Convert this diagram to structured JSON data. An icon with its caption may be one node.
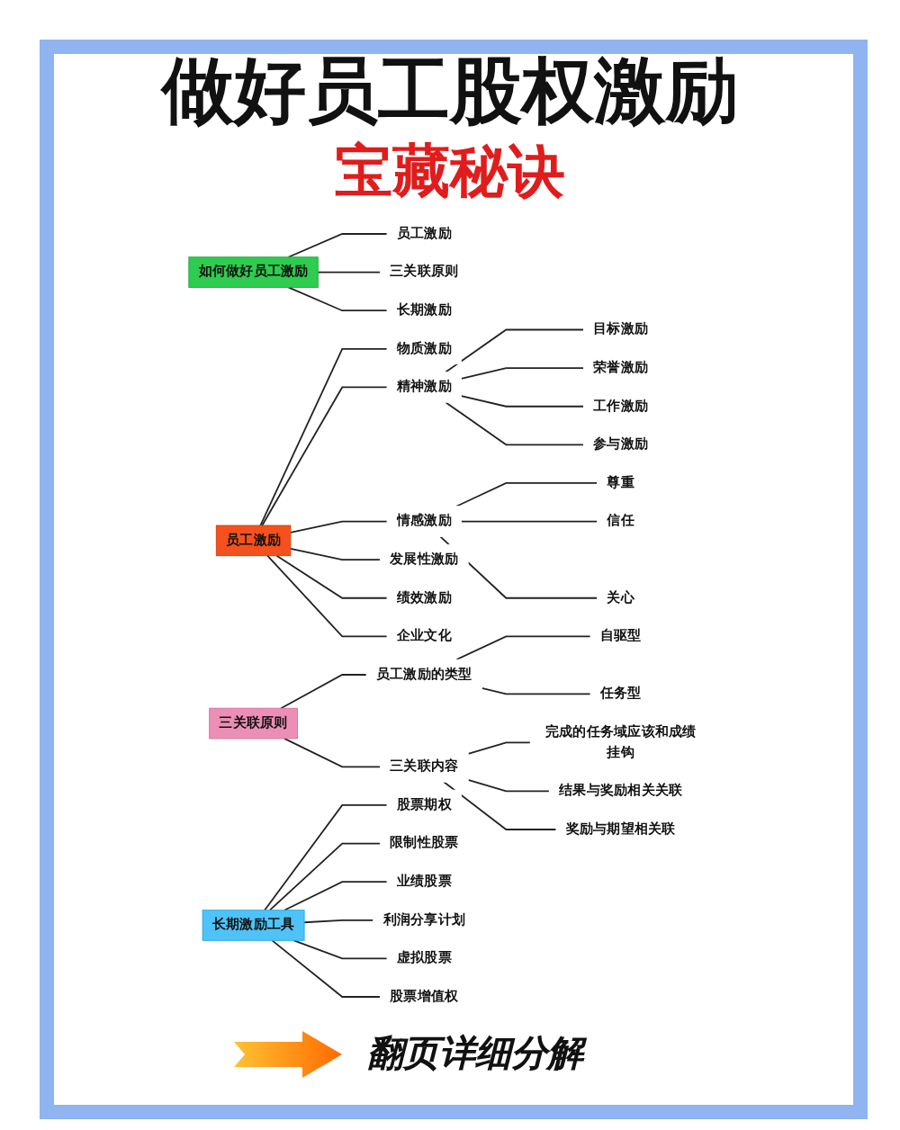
{
  "diagram": {
    "title": "做好员工股权激励",
    "nodes": [
      {
        "text": [
          "如何做好员工激励"
        ]
      },
      {
        "text": [
          "员工激励"
        ]
      },
      {
        "text": [
          "三关联原则"
        ]
      },
      {
        "text": [
          "长期激励"
        ]
      },
      {
        "text": [
          "员工激励"
        ]
      },
      {
        "text": [
          "物质激励"
        ]
      },
      {
        "text": [
          "精神激励"
        ]
      },
      {
        "text": [
          "目标激励"
        ]
      },
      {
        "text": [
          "荣誉激励"
        ]
      },
      {
        "text": [
          "工作激励"
        ]
      },
      {
        "text": [
          "参与激励"
        ]
      },
      {
        "text": [
          "情感激励"
        ]
      },
      {
        "text": [
          "尊重"
        ]
      },
      {
        "text": [
          "信任"
        ]
      },
      {
        "text": [
          "关心"
        ]
      },
      {
        "text": [
          "发展性激励"
        ]
      },
      {
        "text": [
          "绩效激励"
        ]
      },
      {
        "text": [
          "企业文化"
        ]
      },
      {
        "text": [
          "三关联原则"
        ]
      },
      {
        "text": [
          "员工激励的类型"
        ]
      },
      {
        "text": [
          "自驱型"
        ]
      },
      {
        "text": [
          "任务型"
        ]
      },
      {
        "text": [
          "三关联内容"
        ]
      },
      {
        "text": [
          "完成的任务域应该和成绩挂钩"
        ]
      },
      {
        "text": [
          "结果与奖励相关关联"
        ]
      },
      {
        "text": [
          "奖励与期望相关联"
        ]
      },
      {
        "text": [
          "长期激励工具"
        ]
      },
      {
        "text": [
          "股票期权"
        ]
      },
      {
        "text": [
          "限制性股票"
        ]
      },
      {
        "text": [
          "业绩股票"
        ]
      },
      {
        "text": [
          "利润分享计划"
        ]
      },
      {
        "text": [
          "虚拟股票"
        ]
      },
      {
        "text": [
          "股票增值权"
        ]
      }
    ],
    "edges": [
      {
        "from": 0,
        "to": 1,
        "arrow": "none"
      },
      {
        "from": 0,
        "to": 2,
        "arrow": "none"
      },
      {
        "from": 0,
        "to": 3,
        "arrow": "none"
      },
      {
        "from": 4,
        "to": 5,
        "arrow": "none"
      },
      {
        "from": 4,
        "to": 6,
        "arrow": "none"
      },
      {
        "from": 6,
        "to": 7,
        "arrow": "none"
      },
      {
        "from": 6,
        "to": 8,
        "arrow": "none"
      },
      {
        "from": 6,
        "to": 9,
        "arrow": "none"
      },
      {
        "from": 6,
        "to": 10,
        "arrow": "none"
      },
      {
        "from": 4,
        "to": 11,
        "arrow": "none"
      },
      {
        "from": 11,
        "to": 12,
        "arrow": "none"
      },
      {
        "from": 11,
        "to": 13,
        "arrow": "none"
      },
      {
        "from": 11,
        "to": 14,
        "arrow": "none"
      },
      {
        "from": 4,
        "to": 15,
        "arrow": "none"
      },
      {
        "from": 4,
        "to": 16,
        "arrow": "none"
      },
      {
        "from": 4,
        "to": 17,
        "arrow": "none"
      },
      {
        "from": 18,
        "to": 19,
        "arrow": "none"
      },
      {
        "from": 19,
        "to": 20,
        "arrow": "none"
      },
      {
        "from": 19,
        "to": 21,
        "arrow": "none"
      },
      {
        "from": 18,
        "to": 22,
        "arrow": "none"
      },
      {
        "from": 22,
        "to": 23,
        "arrow": "none"
      },
      {
        "from": 22,
        "to": 24,
        "arrow": "none"
      },
      {
        "from": 22,
        "to": 25,
        "arrow": "none"
      },
      {
        "from": 26,
        "to": 27,
        "arrow": "none"
      },
      {
        "from": 26,
        "to": 28,
        "arrow": "none"
      },
      {
        "from": 26,
        "to": 29,
        "arrow": "none"
      },
      {
        "from": 26,
        "to": 30,
        "arrow": "none"
      },
      {
        "from": 26,
        "to": 31,
        "arrow": "none"
      },
      {
        "from": 26,
        "to": 32,
        "arrow": "none"
      }
    ],
    "labels": [
      "宝藏秘诀",
      "翻页详细分解"
    ]
  }
}
